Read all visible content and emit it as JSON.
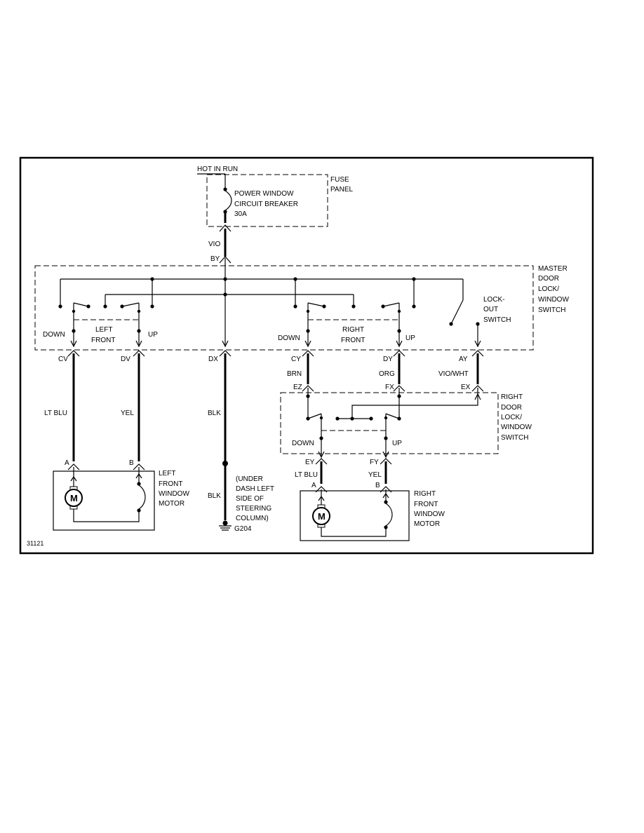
{
  "figure_id": "31121",
  "colors": {
    "ink": "#000000",
    "background": "#ffffff"
  },
  "supply": {
    "hot_label": "HOT IN RUN",
    "panel_label_lines": [
      "FUSE",
      "PANEL"
    ],
    "breaker_label_lines": [
      "POWER WINDOW",
      "CIRCUIT BREAKER",
      "30A"
    ],
    "wire_color": "VIO",
    "connector": "BY"
  },
  "master_switch": {
    "label_lines": [
      "MASTER",
      "DOOR",
      "LOCK/",
      "WINDOW",
      "SWITCH"
    ],
    "left_group_lines": [
      "LEFT",
      "FRONT"
    ],
    "right_group_lines": [
      "RIGHT",
      "FRONT"
    ],
    "down_left": "DOWN",
    "up_left": "UP",
    "down_right": "DOWN",
    "up_right": "UP",
    "lockout_lines": [
      "LOCK-",
      "OUT",
      "SWITCH"
    ]
  },
  "connectors": {
    "cv": "CV",
    "dv": "DV",
    "dx": "DX",
    "cy": "CY",
    "dy": "DY",
    "ay": "AY",
    "ez": "EZ",
    "fx": "FX",
    "ex": "EX",
    "ey": "EY",
    "fy": "FY",
    "lf_a": "A",
    "lf_b": "B",
    "rf_a": "A",
    "rf_b": "B"
  },
  "wires": {
    "lt_blu_left": "LT BLU",
    "yel_left": "YEL",
    "blk_upper": "BLK",
    "blk_lower": "BLK",
    "brn": "BRN",
    "org": "ORG",
    "vio_wht": "VIO/WHT",
    "lt_blu_right": "LT BLU",
    "yel_right": "YEL"
  },
  "right_switch": {
    "label_lines": [
      "RIGHT",
      "DOOR",
      "LOCK/",
      "WINDOW",
      "SWITCH"
    ],
    "down": "DOWN",
    "up": "UP"
  },
  "left_motor": {
    "label_lines": [
      "LEFT",
      "FRONT",
      "WINDOW",
      "MOTOR"
    ],
    "symbol": "M"
  },
  "right_motor": {
    "label_lines": [
      "RIGHT",
      "FRONT",
      "WINDOW",
      "MOTOR"
    ],
    "symbol": "M"
  },
  "ground": {
    "note_lines": [
      "(UNDER",
      "DASH LEFT",
      "SIDE OF",
      "STEERING",
      "COLUMN)"
    ],
    "id": "G204"
  }
}
